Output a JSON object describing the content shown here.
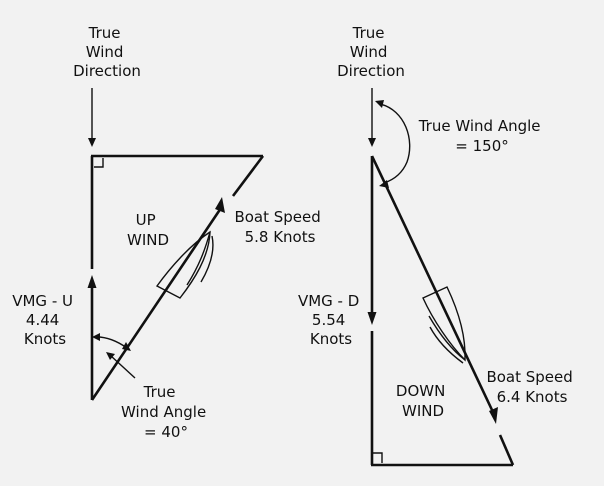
{
  "colors": {
    "background": "#f2f2f2",
    "ink": "#111111"
  },
  "upwind": {
    "true_wind_direction": [
      "True",
      "Wind",
      "Direction"
    ],
    "region": [
      "UP",
      "WIND"
    ],
    "boat_speed": [
      "Boat Speed",
      "5.8 Knots"
    ],
    "vmg": [
      "VMG - U",
      "4.44",
      "Knots"
    ],
    "true_wind_angle": [
      "True",
      "Wind Angle",
      "= 40°"
    ]
  },
  "downwind": {
    "true_wind_direction": [
      "True",
      "Wind",
      "Direction"
    ],
    "true_wind_angle": [
      "True Wind Angle",
      "= 150°"
    ],
    "vmg": [
      "VMG - D",
      "5.54",
      "Knots"
    ],
    "region": [
      "DOWN",
      "WIND"
    ],
    "boat_speed": [
      "Boat Speed",
      "6.4 Knots"
    ]
  }
}
